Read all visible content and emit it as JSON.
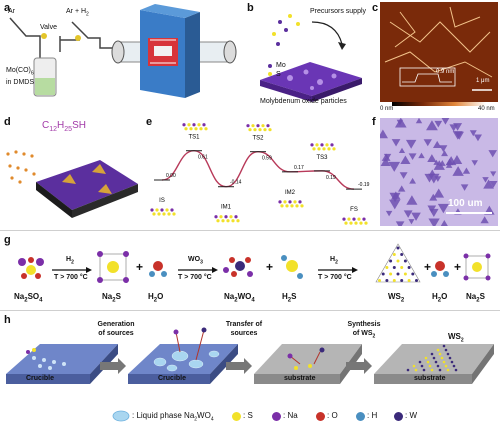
{
  "panels": {
    "a": {
      "label": "a",
      "ar_left": "Ar",
      "valve": "Valve",
      "ar_h2": "Ar + H",
      "ar_h2_sub": "2",
      "precursor_line1": "Mo(CO)",
      "precursor_line1_sub": "6",
      "precursor_line2": "in DMDS"
    },
    "b": {
      "label": "b",
      "supply": "Precursors supply",
      "mo": "Mo",
      "s": "S",
      "caption": "Molybdenum oxide particles"
    },
    "c": {
      "label": "c",
      "height_label": "0.9 nm",
      "bar_min": "0 nm",
      "bar_max": "40 nm",
      "scale": "1 μm"
    },
    "d": {
      "label": "d",
      "molecule": "C",
      "molecule_sub1": "12",
      "molecule_mid": "H",
      "molecule_sub2": "25",
      "molecule_end": "SH"
    },
    "e": {
      "label": "e",
      "states": [
        "IS",
        "TS1",
        "IM1",
        "TS2",
        "IM2",
        "TS3",
        "FS"
      ],
      "energies": [
        "0.00",
        "0.61",
        "-0.14",
        "0.59",
        "0.17",
        "0.19",
        "-0.19"
      ]
    },
    "f": {
      "label": "f",
      "scale": "100 um"
    },
    "g": {
      "label": "g",
      "arrow1_top": "H",
      "arrow1_top_sub": "2",
      "arrow1_bottom": "T > 700 °C",
      "arrow2_top": "WO",
      "arrow2_top_sub": "3",
      "arrow2_bottom": "T > 700 °C",
      "arrow3_top": "H",
      "arrow3_top_sub": "2",
      "arrow3_bottom": "T > 700 °C",
      "species": [
        {
          "main": "Na",
          "sub1": "2",
          "mid": "SO",
          "sub2": "4"
        },
        {
          "main": "Na",
          "sub1": "2",
          "mid": "S",
          "sub2": ""
        },
        {
          "main": "H",
          "sub1": "2",
          "mid": "O",
          "sub2": ""
        },
        {
          "main": "Na",
          "sub1": "2",
          "mid": "WO",
          "sub2": "4"
        },
        {
          "main": "H",
          "sub1": "2",
          "mid": "S",
          "sub2": ""
        },
        {
          "main": "WS",
          "sub1": "2",
          "mid": "",
          "sub2": ""
        },
        {
          "main": "H",
          "sub1": "2",
          "mid": "O",
          "sub2": ""
        },
        {
          "main": "Na",
          "sub1": "2",
          "mid": "S",
          "sub2": ""
        }
      ],
      "plus": "+"
    },
    "h": {
      "label": "h",
      "step1": "Generation of sources",
      "step2": "Transfer of sources",
      "step3": "Synthesis of WS",
      "step3_sub": "2",
      "block1": "Crucible",
      "block2": "Crucible",
      "block3": "substrate",
      "block4": "substrate",
      "ws2": "WS",
      "ws2_sub": "2"
    }
  },
  "legend": {
    "liquid": ": Liquid phase Na",
    "liquid_sub1": "2",
    "liquid_mid": "WO",
    "liquid_sub2": "4",
    "items": [
      ": S",
      ": Na",
      ": O",
      ": H",
      ": W"
    ]
  },
  "colors": {
    "S": "#f2e12a",
    "Na": "#7b2fa8",
    "O": "#c8322a",
    "H": "#4a8fc0",
    "W": "#3b2a7a",
    "purple_substrate": "#5b2f9e",
    "gray": "#8f8f8f"
  }
}
